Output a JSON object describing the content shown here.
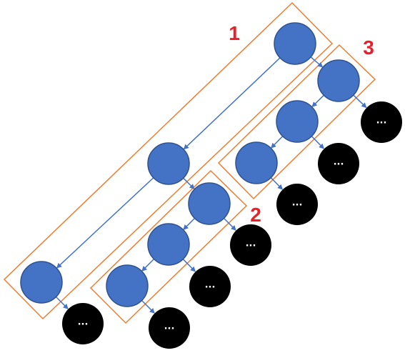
{
  "colors": {
    "background": "#ffffff",
    "node_fill": "#4472c4",
    "node_stroke": "#2f528f",
    "leaf_fill": "#000000",
    "leaf_text": "#ffffff",
    "group_box": "#ed7d31",
    "arrow": "#4472c4",
    "label": "#e8202a"
  },
  "groups": [
    {
      "label": "1"
    },
    {
      "label": "2"
    },
    {
      "label": "3"
    }
  ],
  "leaf_label": "···",
  "icons": {
    "node": "blue-circle",
    "leaf": "black-circle",
    "edge": "arrow"
  }
}
